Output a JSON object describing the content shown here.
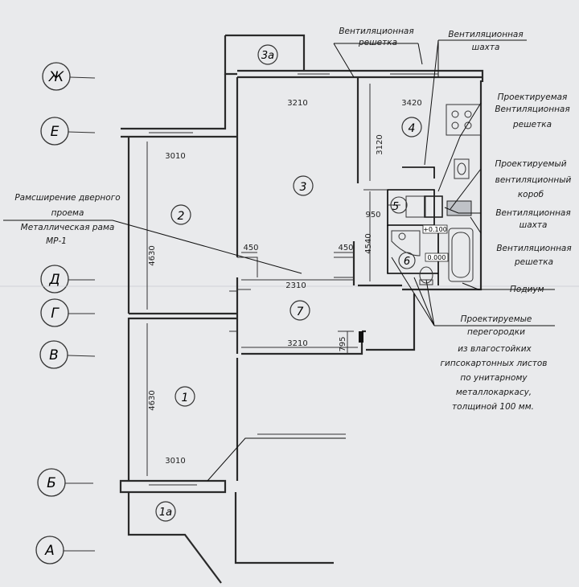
{
  "axes": [
    "Ж",
    "Е",
    "Д",
    "Г",
    "В",
    "Б",
    "А"
  ],
  "rooms": {
    "r1": "1",
    "r1a": "1а",
    "r2": "2",
    "r3": "3",
    "r3a": "3а",
    "r4": "4",
    "r5": "5",
    "r6": "6",
    "r7": "7"
  },
  "dimensions": {
    "d3210_top": "3210",
    "d3420": "3420",
    "d3010_top": "3010",
    "d3120": "3120",
    "d950": "950",
    "d4630_top": "4630",
    "d450_left": "450",
    "d450_right": "450",
    "d4540": "4540",
    "d2310": "2310",
    "d3210_mid": "3210",
    "d795": "795",
    "d4630_bottom": "4630",
    "d3010_bottom": "3010",
    "level_1": "+0.100",
    "level_2": "0.000"
  },
  "notes": {
    "vent_grille_line1": "Вентиляционная",
    "vent_grille_line2": "решетка",
    "vent_shaft_line1": "Вентиляционная",
    "vent_shaft_line2": "шахта",
    "proj_grille_line1": "Проектируемая",
    "proj_grille_line2": "Вентиляционная",
    "proj_grille_line3": "решетка",
    "proj_box_line1": "Проектируемый",
    "proj_box_line2": "вентиляционный",
    "proj_box_line3": "короб",
    "shaft2_line1": "Вентиляционная",
    "shaft2_line2": "шахта",
    "grille2_line1": "Вентиляционная",
    "grille2_line2": "решетка",
    "podium": "Подиум",
    "door_line1": "Рамсширение дверного",
    "door_line2": "проема",
    "door_line3": "Металлическая рама",
    "door_line4": "МР-1",
    "partitions_line1": "Проектируемые",
    "partitions_line2": "перегородки",
    "partitions_line3": "из влагостойких",
    "partitions_line4": "гипсокартонных листов",
    "partitions_line5": "по унитарному",
    "partitions_line6": "металлокаркасу,",
    "partitions_line7": "толщиной 100 мм."
  }
}
